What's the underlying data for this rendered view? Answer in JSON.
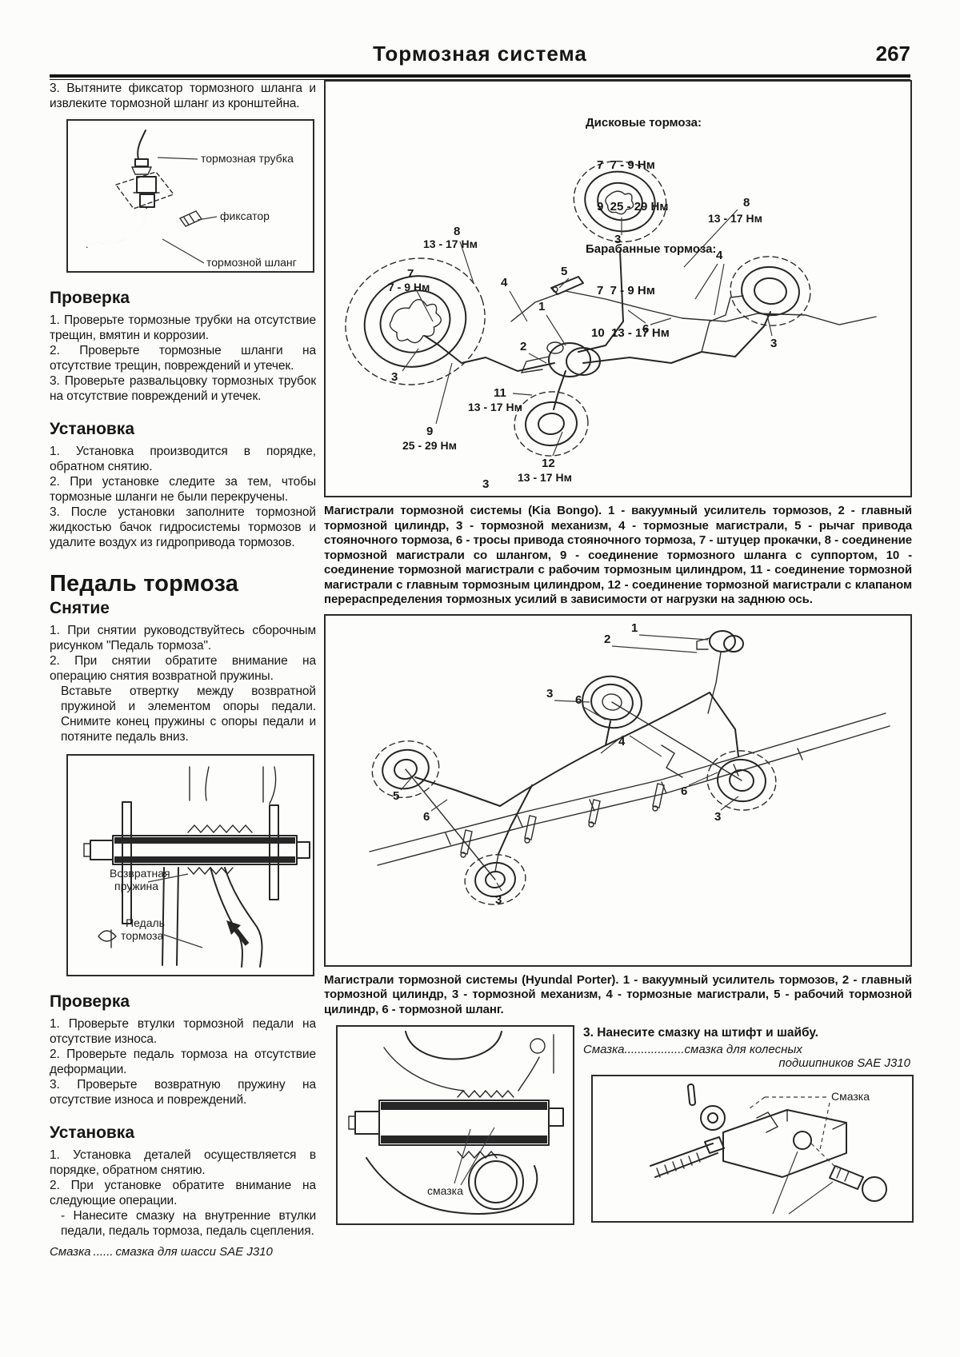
{
  "header": {
    "title": "Тормозная система",
    "page_number": "267"
  },
  "left": {
    "intro": "3. Вытяните фиксатор тормозного шланга и извлеките тормозной шланг из кронштейна.",
    "fig_hose": {
      "label_tube": "тормозная трубка",
      "label_clip": "фиксатор",
      "label_hose": "тормозной шланг"
    },
    "check1": {
      "heading": "Проверка",
      "items": [
        "1. Проверьте тормозные трубки на отсутствие трещин, вмятин и коррозии.",
        "2. Проверьте тормозные шланги на отсутствие трещин, повреждений и утечек.",
        "3. Проверьте развальцовку тормозных трубок на отсутствие повреждений и утечек."
      ]
    },
    "install1": {
      "heading": "Установка",
      "items": [
        "1. Установка производится в порядке, обратном снятию.",
        "2. При установке следите за тем, чтобы тормозные шланги не были перекручены.",
        "3. После установки заполните тормозной жидкостью бачок гидросистемы тормозов и удалите воздух из гидропривода тормозов."
      ]
    },
    "pedal": {
      "heading": "Педаль тормоза",
      "sub_heading": "Снятие",
      "items": [
        "1. При снятии руководствуйтесь сборочным рисунком \"Педаль тормоза\".",
        "2. При снятии обратите внимание на операцию снятия возвратной пружины."
      ],
      "note": "Вставьте отвертку между возвратной пружиной и элементом опоры педали. Снимите конец пружины с опоры педали и потяните педаль вниз."
    },
    "fig_pedal": {
      "label_spring_1": "Возвратная",
      "label_spring_2": "пружина",
      "label_pedal_1": "Педаль",
      "label_pedal_2": "тормоза"
    },
    "check2": {
      "heading": "Проверка",
      "items": [
        "1. Проверьте втулки тормозной педали на отсутствие износа.",
        "2. Проверьте педаль тормоза на отсутствие деформации.",
        "3. Проверьте возвратную пружину на отсутствие износа и повреждений."
      ]
    },
    "install2": {
      "heading": "Установка",
      "items": [
        "1. Установка деталей осуществляется в порядке, обратном снятию.",
        "2. При установке обратите внимание на следующие операции.",
        "- Нанесите смазку на внутренние втулки педали, педаль тормоза, педаль сцепления."
      ],
      "grease_label": "Смазка",
      "grease_dots": "......",
      "grease_value": "смазка для шасси SAE J310"
    }
  },
  "kia": {
    "torque_box": {
      "line1": "Дисковые тормоза:",
      "line2": "7  7 - 9 Нм",
      "line3": "9  25 - 29 Нм",
      "line4": "Барабанные тормоза:",
      "line5": "7  7 - 9 Нм",
      "line6": "10  13 - 17 Нм"
    },
    "callouts": {
      "c8_n": "8",
      "c8_v": "13 - 17 Нм",
      "c7_n": "7",
      "c7_v": "7 - 9 Нм",
      "c9_n": "9",
      "c9_v": "25 - 29 Нм",
      "c11_n": "11",
      "c11_v": "13 - 17 Нм",
      "c12_n": "12",
      "c12_v": "13 - 17 Нм",
      "n1": "1",
      "n2": "2",
      "n3": "3",
      "n4": "4",
      "n5": "5",
      "n6": "6"
    },
    "caption": "Магистрали тормозной системы (Kia Bongo). 1 - вакуумный усилитель тормозов, 2 - главный тормозной цилиндр, 3 - тормозной механизм, 4 - тормозные магистрали, 5 - рычаг привода стояночного тормоза, 6 - тросы привода стояночного тормоза, 7 - штуцер прокачки, 8 - соединение тормозной магистрали со шлангом, 9 - соединение тормозного шланга с суппортом, 10 - соединение тормозной магистрали с рабочим тормозным цилиндром, 11 - соединение тормозной магистрали с главным тормозным цилиндром, 12 - соединение тормозной магистрали с клапаном перераспределения тормозных усилий в зависимости от нагрузки на заднюю ось."
  },
  "porter": {
    "numbers": {
      "n1": "1",
      "n2": "2",
      "n3": "3",
      "n4": "4",
      "n5": "5",
      "n6": "6"
    },
    "caption": "Магистрали тормозной системы (Hyundal Porter). 1 - вакуумный усилитель тормозов, 2 - главный тормозной цилиндр, 3 - тормозной механизм, 4 - тормозные магистрали, 5 - рабочий тормозной цилиндр, 6 - тормозной шланг."
  },
  "bottom": {
    "fig_pedal_label": "смазка",
    "step": "3. Нанесите смазку на штифт и шайбу.",
    "grease_label": "Смазка",
    "grease_dots": "..................",
    "grease_value_line1": "смазка для колесных",
    "grease_value_line2": "подшипников SAE J310",
    "fig_grease_label": "Смазка"
  }
}
